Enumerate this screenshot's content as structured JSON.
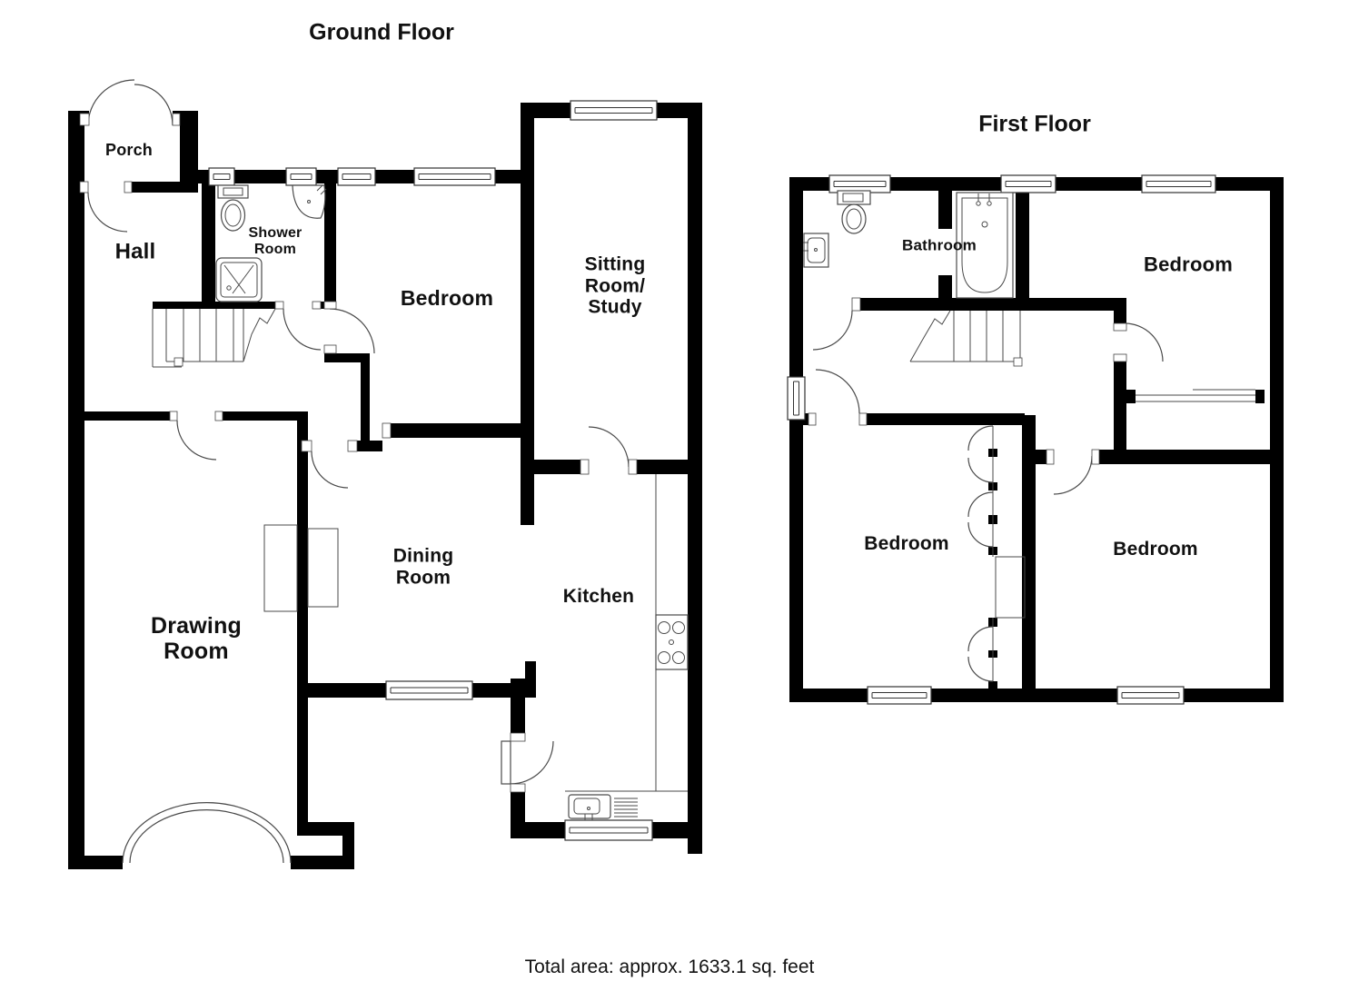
{
  "colors": {
    "background": "#ffffff",
    "walls": "#000000",
    "thin_lines": "#4a4a4a",
    "text": "#111111"
  },
  "ground_floor": {
    "title": "Ground Floor",
    "rooms": {
      "porch": "Porch",
      "hall": "Hall",
      "shower_room": "Shower\nRoom",
      "bedroom": "Bedroom",
      "sitting_room": "Sitting\nRoom/\nStudy",
      "drawing_room": "Drawing\nRoom",
      "dining_room": "Dining\nRoom",
      "kitchen": "Kitchen"
    }
  },
  "first_floor": {
    "title": "First Floor",
    "rooms": {
      "bathroom": "Bathroom",
      "bedroom_top": "Bedroom",
      "bedroom_left": "Bedroom",
      "bedroom_right": "Bedroom"
    }
  },
  "footer": {
    "total_area": "Total area: approx. 1633.1 sq. feet"
  }
}
